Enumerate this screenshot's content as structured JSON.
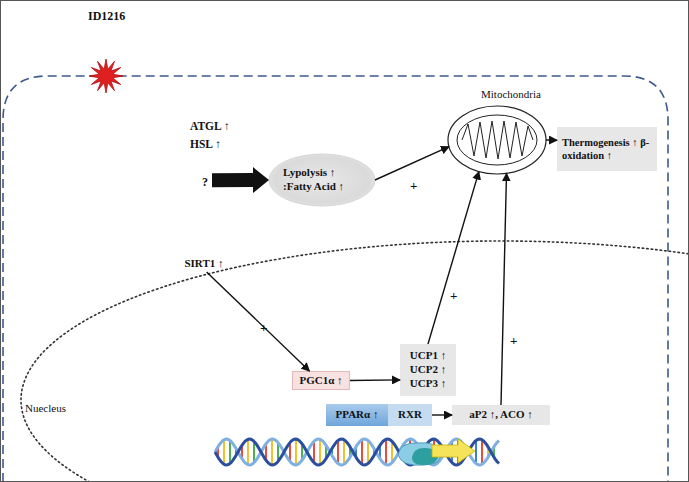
{
  "diagram": {
    "nodes": [
      {
        "text": [
          "?"
        ]
      },
      {
        "text": [
          "Lypolysis ↑ :Fatty Acid ↑"
        ]
      },
      {
        "text": [
          "Mitochondria"
        ]
      },
      {
        "text": [
          "Thermogenesis ↑ β-oxidation ↑"
        ]
      },
      {
        "text": [
          "SIRT1 ↑"
        ]
      },
      {
        "text": [
          "Nuecleus"
        ]
      },
      {
        "text": [
          "PGC1α ↑"
        ],
        "in": 5
      },
      {
        "text": [
          "UCP1 ↑ UCP2 ↑ UCP3 ↑"
        ],
        "in": 5
      },
      {
        "text": [
          "PPARα ↑"
        ],
        "in": 5
      },
      {
        "text": [
          "RXR"
        ],
        "in": 5
      },
      {
        "text": [
          "aP2 ↑, ACO ↑"
        ],
        "in": 5
      }
    ],
    "edges": [
      {
        "from": 0,
        "to": 1,
        "arrow": "to"
      },
      {
        "from": 1,
        "to": 2,
        "arrow": "to",
        "label": "+"
      },
      {
        "from": 2,
        "to": 3,
        "arrow": "to"
      },
      {
        "from": 4,
        "to": 6,
        "arrow": "to",
        "label": "+"
      },
      {
        "from": 6,
        "to": 7,
        "arrow": "to"
      },
      {
        "from": 7,
        "to": 2,
        "arrow": "to",
        "label": "+"
      },
      {
        "from": 9,
        "to": 10,
        "arrow": "to"
      },
      {
        "from": 10,
        "to": 2,
        "arrow": "to",
        "label": "+"
      }
    ],
    "labels": [
      "ID1216",
      "ATGL ↑",
      "HSL ↑"
    ]
  }
}
